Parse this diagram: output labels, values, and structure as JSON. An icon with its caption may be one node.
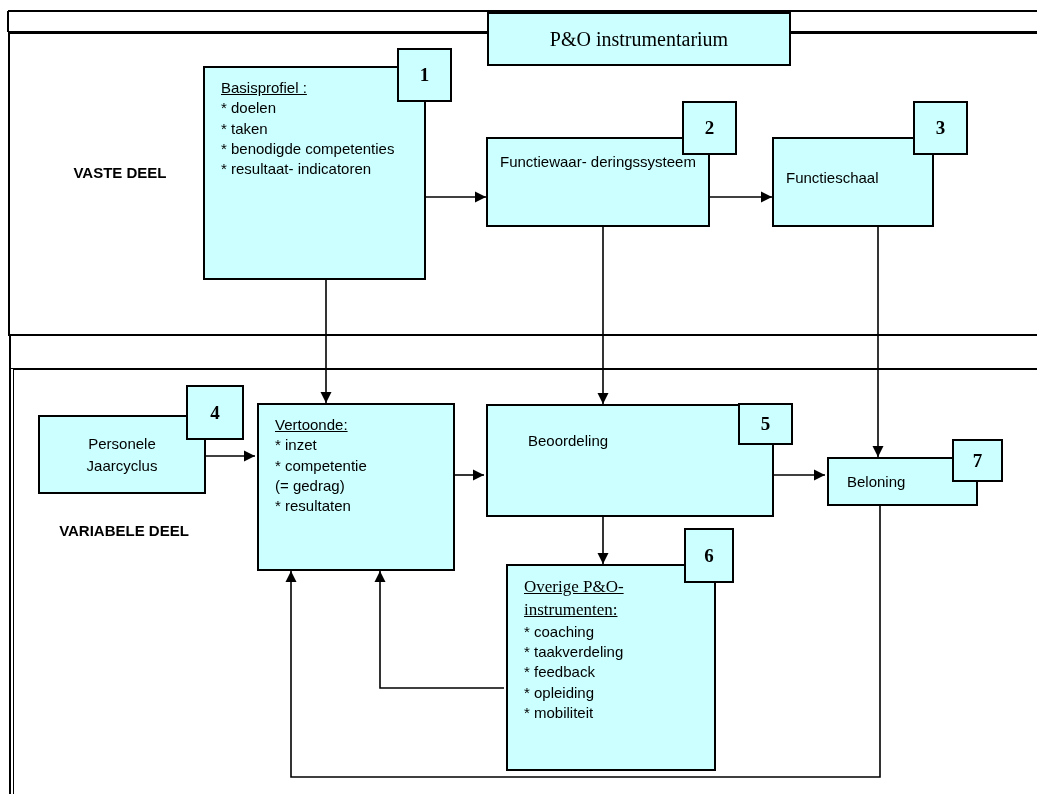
{
  "diagram": {
    "nodes": [
      {
        "text": [
          "P&O instrumentarium"
        ]
      },
      {
        "text": [
          "VASTE DEEL"
        ]
      },
      {
        "text": [
          "Basisprofiel :",
          "* doelen",
          "* taken",
          "* benodigde competenties",
          "* resultaat- indicatoren"
        ],
        "in": 1
      },
      {
        "text": [
          "1"
        ],
        "in": 1
      },
      {
        "text": [
          "Functiewaar- deringssysteem"
        ],
        "in": 1
      },
      {
        "text": [
          "2"
        ],
        "in": 1
      },
      {
        "text": [
          "Functieschaal"
        ],
        "in": 1
      },
      {
        "text": [
          "3"
        ],
        "in": 1
      },
      {
        "text": [
          "VARIABELE DEEL"
        ]
      },
      {
        "text": [
          "Personele Jaarcyclus"
        ],
        "in": 8
      },
      {
        "text": [
          "4"
        ],
        "in": 8
      },
      {
        "text": [
          "Vertoonde:",
          "* inzet",
          "* competentie",
          "(= gedrag)",
          "* resultaten"
        ],
        "in": 8
      },
      {
        "text": [
          "Beoordeling"
        ],
        "in": 8
      },
      {
        "text": [
          "5"
        ],
        "in": 8
      },
      {
        "text": [
          "Beloning"
        ],
        "in": 8
      },
      {
        "text": [
          "7"
        ],
        "in": 8
      },
      {
        "text": [
          "Overige P&O- instrumenten:",
          "* coaching",
          "* taakverdeling",
          "* feedback",
          "* opleiding",
          "* mobiliteit"
        ],
        "in": 8
      },
      {
        "text": [
          "6"
        ],
        "in": 8
      }
    ],
    "edges": [
      {
        "from": 2,
        "to": 4,
        "arrow": "to"
      },
      {
        "from": 4,
        "to": 6,
        "arrow": "to"
      },
      {
        "from": 2,
        "to": 11,
        "arrow": "to"
      },
      {
        "from": 4,
        "to": 12,
        "arrow": "to"
      },
      {
        "from": 6,
        "to": 14,
        "arrow": "to"
      },
      {
        "from": 9,
        "to": 11,
        "arrow": "to"
      },
      {
        "from": 11,
        "to": 12,
        "arrow": "to"
      },
      {
        "from": 12,
        "to": 14,
        "arrow": "to"
      },
      {
        "from": 12,
        "to": 16,
        "arrow": "to"
      },
      {
        "from": 16,
        "to": 11,
        "arrow": "to"
      },
      {
        "from": 14,
        "to": 11,
        "arrow": "to"
      }
    ]
  }
}
